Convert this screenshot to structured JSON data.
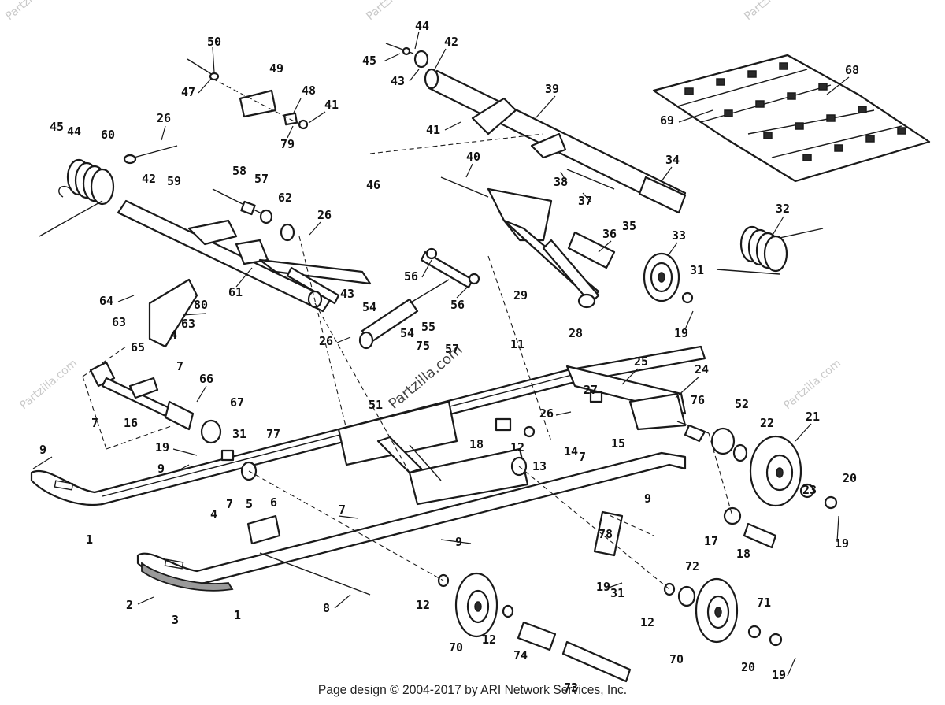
{
  "footer": "Page design © 2004-2017 by ARI Network Services, Inc.",
  "watermark": "Partzilla.com",
  "callouts": [
    "50",
    "44",
    "42",
    "45",
    "43",
    "47",
    "49",
    "48",
    "41",
    "79",
    "39",
    "68",
    "26",
    "45",
    "44",
    "60",
    "59",
    "41",
    "69",
    "42",
    "40",
    "46",
    "38",
    "37",
    "34",
    "58",
    "57",
    "62",
    "26",
    "36",
    "35",
    "32",
    "33",
    "56",
    "31",
    "61",
    "43",
    "56",
    "29",
    "28",
    "19",
    "64",
    "80",
    "54",
    "63",
    "63",
    "4",
    "26",
    "55",
    "54",
    "75",
    "57",
    "65",
    "7",
    "11",
    "25",
    "24",
    "66",
    "27",
    "26",
    "76",
    "52",
    "22",
    "21",
    "7",
    "16",
    "67",
    "51",
    "31",
    "77",
    "12",
    "14",
    "15",
    "7",
    "9",
    "19",
    "18",
    "13",
    "23",
    "20",
    "9",
    "5",
    "6",
    "7",
    "9",
    "1",
    "78",
    "17",
    "18",
    "19",
    "4",
    "7",
    "9",
    "72",
    "2",
    "3",
    "1",
    "8",
    "12",
    "19",
    "31",
    "12",
    "70",
    "12",
    "74",
    "73",
    "70",
    "71",
    "20",
    "19"
  ]
}
